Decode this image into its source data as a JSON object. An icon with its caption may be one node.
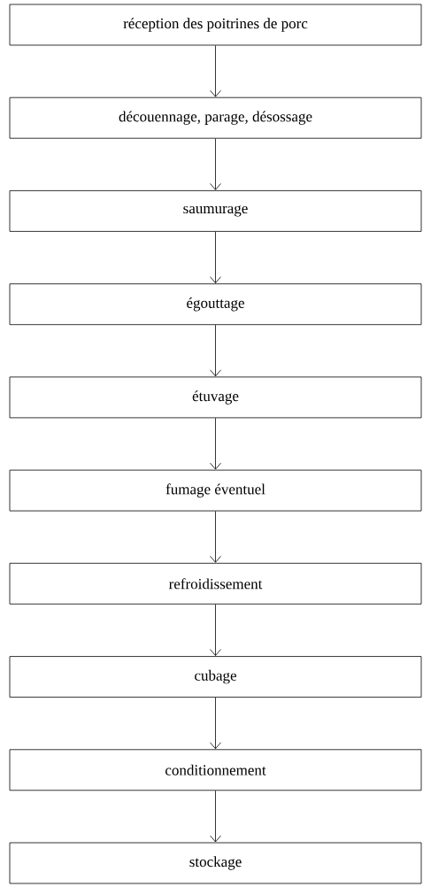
{
  "diagram": {
    "nodes": [
      {
        "text": [
          "réception des poitrines de porc"
        ]
      },
      {
        "text": [
          "découennage, parage, désossage"
        ]
      },
      {
        "text": [
          "saumurage"
        ]
      },
      {
        "text": [
          "égouttage"
        ]
      },
      {
        "text": [
          "étuvage"
        ]
      },
      {
        "text": [
          "fumage éventuel"
        ]
      },
      {
        "text": [
          "refroidissement"
        ]
      },
      {
        "text": [
          "cubage"
        ]
      },
      {
        "text": [
          "conditionnement"
        ]
      },
      {
        "text": [
          "stockage"
        ]
      }
    ],
    "edges": [
      {
        "from": 0,
        "to": 1,
        "arrow": "to"
      },
      {
        "from": 1,
        "to": 2,
        "arrow": "to"
      },
      {
        "from": 2,
        "to": 3,
        "arrow": "to"
      },
      {
        "from": 3,
        "to": 4,
        "arrow": "to"
      },
      {
        "from": 4,
        "to": 5,
        "arrow": "to"
      },
      {
        "from": 5,
        "to": 6,
        "arrow": "to"
      },
      {
        "from": 6,
        "to": 7,
        "arrow": "to"
      },
      {
        "from": 7,
        "to": 8,
        "arrow": "to"
      },
      {
        "from": 8,
        "to": 9,
        "arrow": "to"
      }
    ]
  }
}
